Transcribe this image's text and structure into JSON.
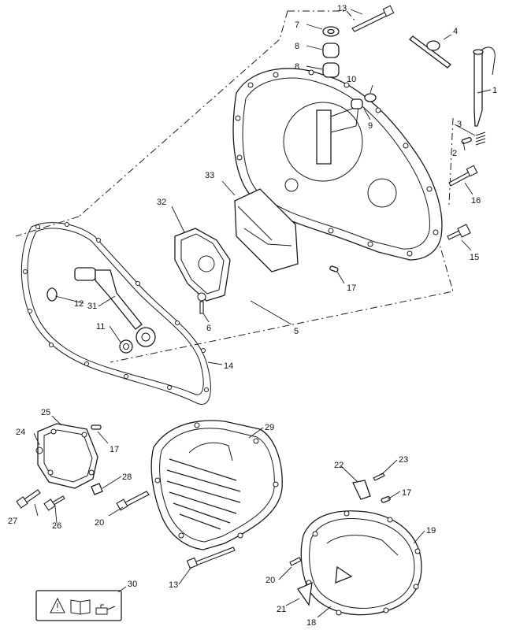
{
  "callouts": [
    {
      "id": "c1",
      "text": "1"
    },
    {
      "id": "c2",
      "text": "2"
    },
    {
      "id": "c3",
      "text": "3"
    },
    {
      "id": "c4",
      "text": "4"
    },
    {
      "id": "c5",
      "text": "5"
    },
    {
      "id": "c6",
      "text": "6"
    },
    {
      "id": "c7",
      "text": "7"
    },
    {
      "id": "c8a",
      "text": "8"
    },
    {
      "id": "c8b",
      "text": "8"
    },
    {
      "id": "c9",
      "text": "9"
    },
    {
      "id": "c10",
      "text": "10"
    },
    {
      "id": "c11",
      "text": "11"
    },
    {
      "id": "c12",
      "text": "12"
    },
    {
      "id": "c13a",
      "text": "13"
    },
    {
      "id": "c13b",
      "text": "13"
    },
    {
      "id": "c14",
      "text": "14"
    },
    {
      "id": "c15",
      "text": "15"
    },
    {
      "id": "c16",
      "text": "16"
    },
    {
      "id": "c17a",
      "text": "17"
    },
    {
      "id": "c17b",
      "text": "17"
    },
    {
      "id": "c17c",
      "text": "17"
    },
    {
      "id": "c18",
      "text": "18"
    },
    {
      "id": "c19",
      "text": "19"
    },
    {
      "id": "c20a",
      "text": "20"
    },
    {
      "id": "c20b",
      "text": "20"
    },
    {
      "id": "c21",
      "text": "21"
    },
    {
      "id": "c22",
      "text": "22"
    },
    {
      "id": "c23",
      "text": "23"
    },
    {
      "id": "c24",
      "text": "24"
    },
    {
      "id": "c25",
      "text": "25"
    },
    {
      "id": "c26",
      "text": "26"
    },
    {
      "id": "c27",
      "text": "27"
    },
    {
      "id": "c28",
      "text": "28"
    },
    {
      "id": "c29",
      "text": "29"
    },
    {
      "id": "c30",
      "text": "30"
    },
    {
      "id": "c31",
      "text": "31"
    },
    {
      "id": "c32",
      "text": "32"
    },
    {
      "id": "c33",
      "text": "33"
    }
  ],
  "warning_label": {
    "icons": [
      "warning-triangle-icon",
      "manual-book-icon",
      "oil-can-icon"
    ]
  }
}
